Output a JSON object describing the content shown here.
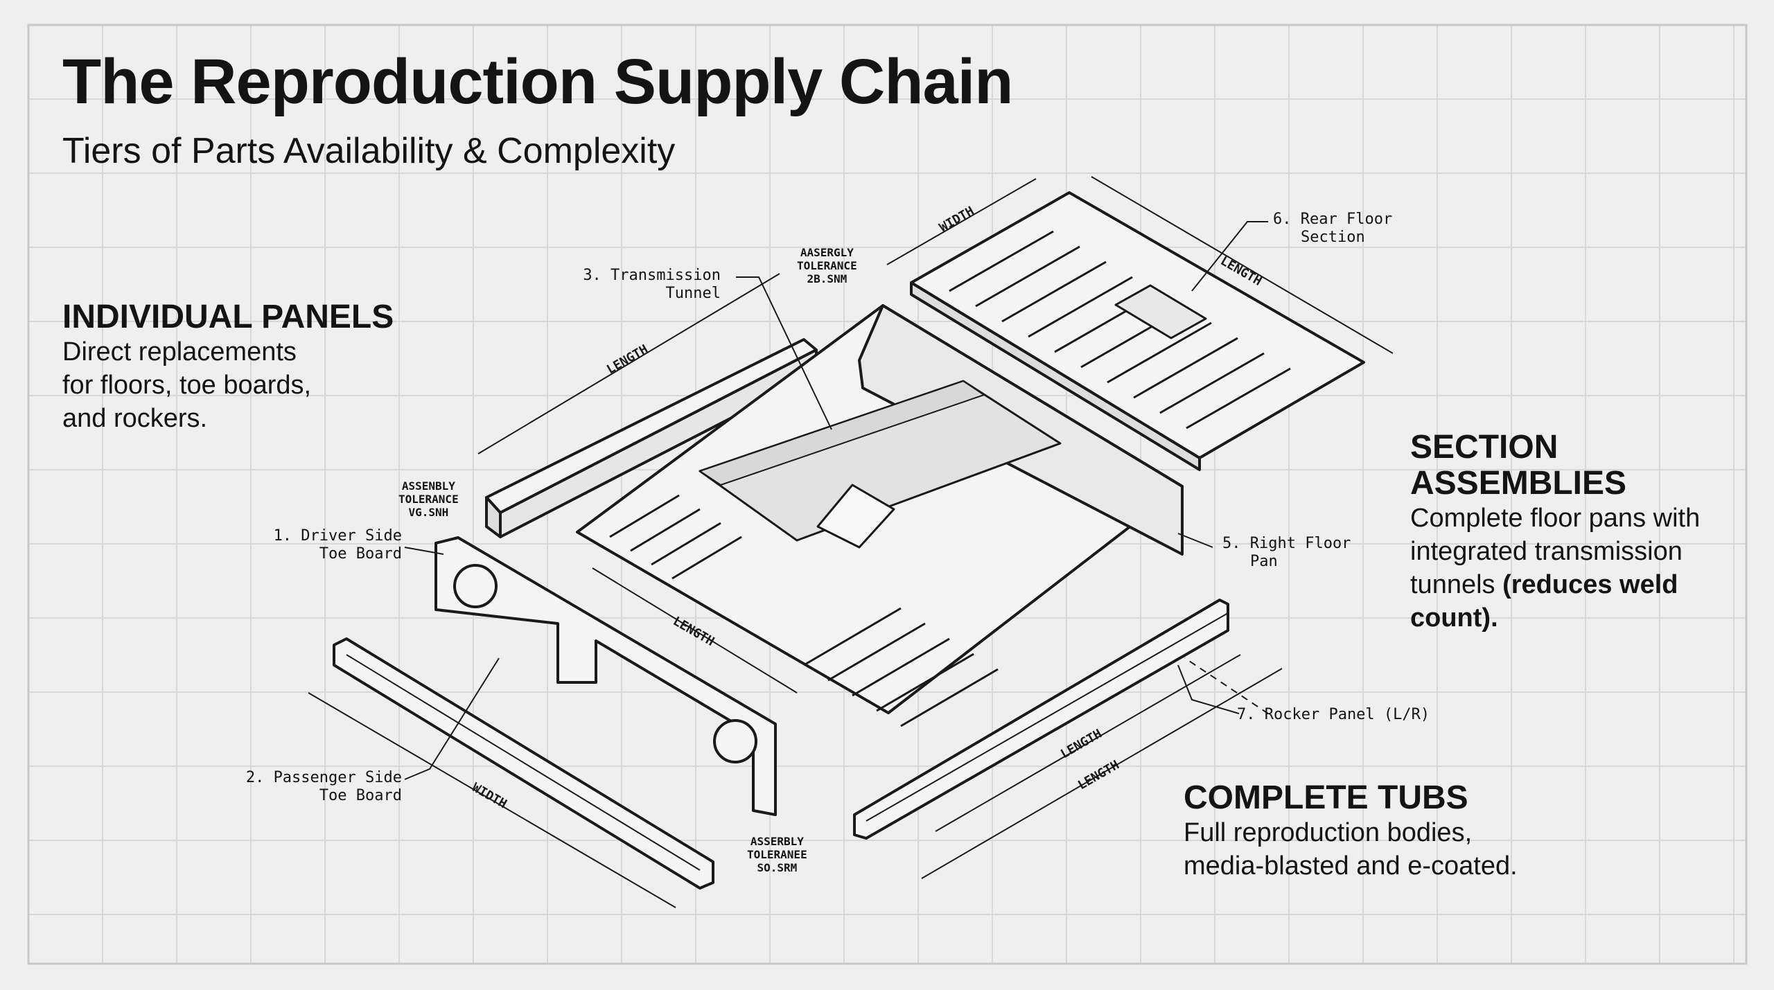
{
  "title": "The Reproduction Supply Chain",
  "subtitle": "Tiers of Parts Availability & Complexity",
  "tiers": {
    "individual": {
      "heading": "INDIVIDUAL PANELS",
      "lines": [
        "Direct replacements",
        "for floors, toe boards,",
        "and rockers."
      ]
    },
    "section": {
      "heading_lines": [
        "SECTION",
        "ASSEMBLIES"
      ],
      "lines": [
        "Complete floor pans with",
        "integrated transmission",
        "tunnels ",
        "count)."
      ],
      "bold": "(reduces weld"
    },
    "complete": {
      "heading": "COMPLETE TUBS",
      "lines": [
        "Full reproduction bodies,",
        "media-blasted and e-coated."
      ]
    }
  },
  "parts": {
    "p1": [
      "1. Driver Side",
      "Toe Board"
    ],
    "p2": [
      "2. Passenger Side",
      "Toe Board"
    ],
    "p3": [
      "3. Transmission",
      "Tunnel"
    ],
    "p5": [
      "5. Right Floor",
      "Pan"
    ],
    "p6": [
      "6. Rear Floor",
      "Section"
    ],
    "p7": "7. Rocker Panel (L/R)"
  },
  "tolerances": {
    "top": [
      "AASERGLY",
      "TOLERANCE",
      "2B.SNM"
    ],
    "left": [
      "ASSENBLY",
      "TOLERANCE",
      "VG.SNH"
    ],
    "bottom": [
      "ASSERBLY",
      "TOLERANEE",
      "SO.SRM"
    ]
  },
  "dimensions": {
    "width": "WIDTH",
    "length": "LENGTH"
  },
  "colors": {
    "ink": "#141414",
    "paper": "#efefef",
    "grid": "#d6d6d6"
  }
}
